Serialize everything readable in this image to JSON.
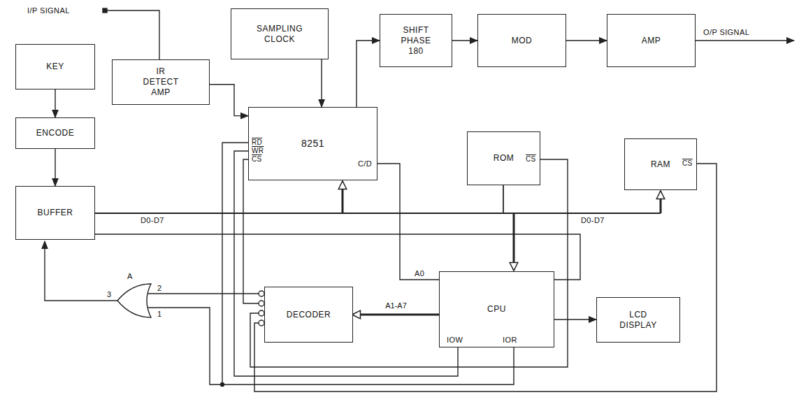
{
  "diagram": {
    "nodes": [
      {
        "text": [
          "KEY"
        ]
      },
      {
        "text": [
          "ENCODE"
        ]
      },
      {
        "text": [
          "BUFFER"
        ]
      },
      {
        "text": [
          "IR DETECT AMP"
        ]
      },
      {
        "text": [
          "SAMPLING CLOCK"
        ]
      },
      {
        "text": [
          "8251"
        ]
      },
      {
        "text": [
          "SHIFT PHASE 180"
        ]
      },
      {
        "text": [
          "MOD"
        ]
      },
      {
        "text": [
          "AMP"
        ]
      },
      {
        "text": [
          "ROM"
        ]
      },
      {
        "text": [
          "RAM"
        ]
      },
      {
        "text": [
          "DECODER"
        ]
      },
      {
        "text": [
          "CPU"
        ]
      },
      {
        "text": [
          "LCD DISPLAY"
        ]
      }
    ],
    "edges": [
      {
        "from": 0,
        "to": 1,
        "arrow": "to"
      },
      {
        "from": 1,
        "to": 2,
        "arrow": "to"
      },
      {
        "from": 3,
        "to": 5,
        "arrow": "to"
      },
      {
        "from": 4,
        "to": 5,
        "arrow": "to"
      },
      {
        "from": 5,
        "to": 6,
        "arrow": "to"
      },
      {
        "from": 6,
        "to": 7,
        "arrow": "to"
      },
      {
        "from": 7,
        "to": 8,
        "arrow": "to"
      },
      {
        "from": 12,
        "to": 13,
        "arrow": "to"
      },
      {
        "from": 12,
        "to": 11,
        "label": "A1-A7",
        "arrow": "to"
      }
    ],
    "labels": [
      "I/P SIGNAL",
      "O/P SIGNAL",
      "RD",
      "WR",
      "CS",
      "C/D",
      "CS",
      "CS",
      "D0-D7",
      "D0-D7",
      "A0",
      "IOW",
      "IOR",
      "A",
      "3",
      "2",
      "1"
    ]
  }
}
